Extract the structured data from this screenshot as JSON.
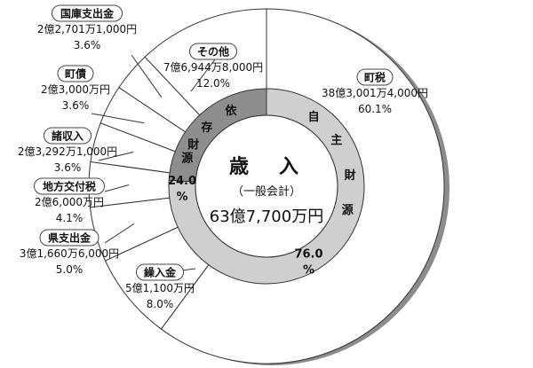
{
  "chart_data": {
    "type": "pie",
    "title": "歳　入",
    "subtitle": "（一般会計）",
    "total": "63億7,700万円",
    "slices": [
      {
        "name": "町税",
        "amount": "38億3,001万4,000円",
        "percent": 60.1
      },
      {
        "name": "繰入金",
        "amount": "5億1,100万円",
        "percent": 8.0
      },
      {
        "name": "県支出金",
        "amount": "3億1,660万6,000円",
        "percent": 5.0
      },
      {
        "name": "地方交付税",
        "amount": "2億6,000万円",
        "percent": 4.1
      },
      {
        "name": "諸収入",
        "amount": "2億3,292万1,000円",
        "percent": 3.6
      },
      {
        "name": "町債",
        "amount": "2億3,000万円",
        "percent": 3.6
      },
      {
        "name": "国庫支出金",
        "amount": "2億2,701万1,000円",
        "percent": 3.6
      },
      {
        "name": "その他",
        "amount": "7億6,944万8,000円",
        "percent": 12.0
      }
    ],
    "inner_ring": [
      {
        "name": "自主財源",
        "percent_label": "76.0",
        "percent": 76.0,
        "color": "#cfcfcf"
      },
      {
        "name": "依存財源",
        "percent_label": "24.0",
        "percent": 24.0,
        "color": "#8e8e8e"
      }
    ],
    "percent_unit": "%"
  },
  "colors": {
    "outer_fill": "#ffffff",
    "shadow": "#8c8c8c",
    "line": "#333333"
  }
}
